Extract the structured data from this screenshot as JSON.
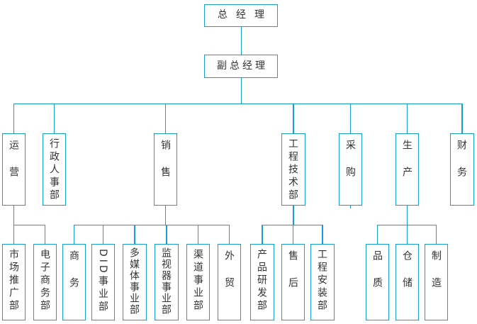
{
  "org_chart": {
    "accent_color": "#179fd2",
    "text_color": "#333333",
    "root": {
      "label": "总经理"
    },
    "deputy": {
      "label": "副总经理"
    },
    "level2": [
      {
        "label": "运营部"
      },
      {
        "label": "行政人事部"
      },
      {
        "label": "销售部"
      },
      {
        "label": "工程技术部"
      },
      {
        "label": "采购部"
      },
      {
        "label": "生产部"
      },
      {
        "label": "财务部"
      }
    ],
    "level3_groups": [
      {
        "parent": "运营部",
        "children": [
          {
            "label": "市场推广部"
          },
          {
            "label": "电子商务部"
          }
        ]
      },
      {
        "parent": "销售部",
        "children": [
          {
            "label": "商务部"
          },
          {
            "label": "DID事业部"
          },
          {
            "label": "多媒体事业部"
          },
          {
            "label": "监视器事业部"
          },
          {
            "label": "渠道事业部"
          },
          {
            "label": "外贸部"
          }
        ]
      },
      {
        "parent": "工程技术部",
        "children": [
          {
            "label": "产品研发部"
          },
          {
            "label": "售后部"
          },
          {
            "label": "工程安装部"
          }
        ]
      },
      {
        "parent": "生产部",
        "children": [
          {
            "label": "品质部"
          },
          {
            "label": "仓储部"
          },
          {
            "label": "制造部"
          }
        ]
      }
    ]
  }
}
